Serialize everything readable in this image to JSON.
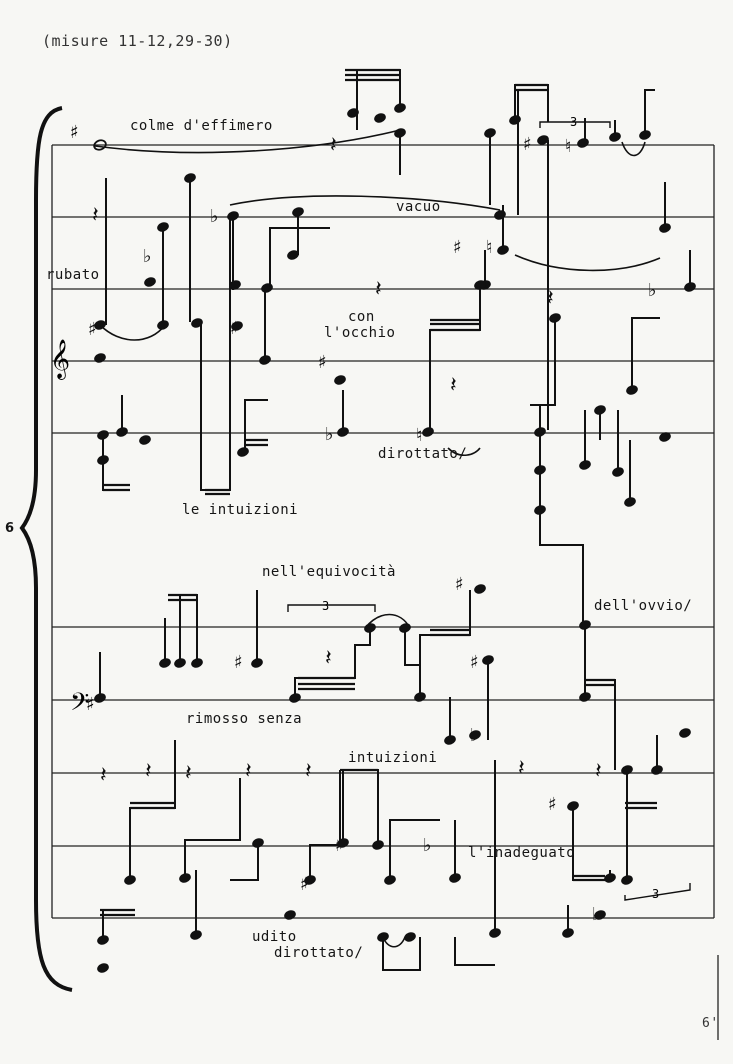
{
  "header": {
    "measures": "(misure 11-12,29-30)"
  },
  "system_number": "6",
  "page_number": "6'",
  "clefs": {
    "upper": "treble-clef",
    "lower": "bass-clef"
  },
  "text_upper": {
    "colme": "colme d'effimero",
    "vacuo": "vacuo",
    "rubato": "rubato",
    "con": "con",
    "occhio": "l'occhio",
    "dirottato": "dirottato/",
    "intuizioni": "le intuizioni"
  },
  "text_lower": {
    "equivocita": "nell'equivocità",
    "ovvio": "dell'ovvio/",
    "rimosso": "rimosso senza",
    "intuizioni": "intuizioni",
    "inadeguato": "l'inadeguato",
    "udito": "udito",
    "dirottato": "dirottato/"
  },
  "tuplets": [
    "3",
    "3",
    "3"
  ]
}
